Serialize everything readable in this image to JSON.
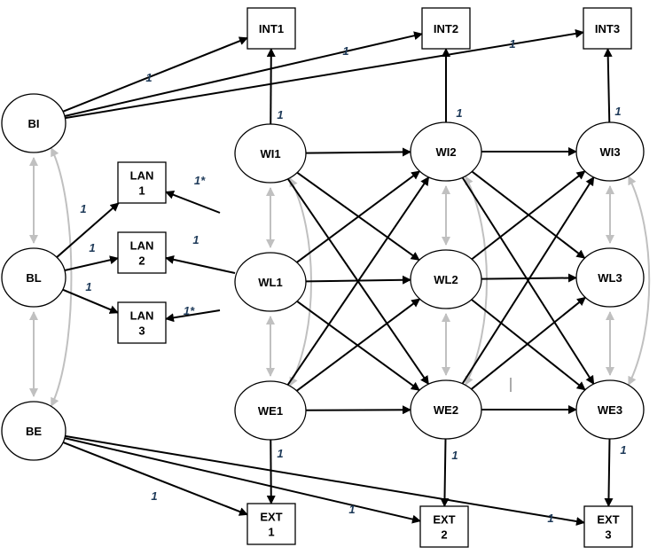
{
  "diagram": {
    "nodes": [
      {
        "id": "INT1",
        "shape": "rect",
        "lines": [
          "INT1"
        ]
      },
      {
        "id": "INT2",
        "shape": "rect",
        "lines": [
          "INT2"
        ]
      },
      {
        "id": "INT3",
        "shape": "rect",
        "lines": [
          "INT3"
        ]
      },
      {
        "id": "BI",
        "shape": "ellipse",
        "lines": [
          "BI"
        ]
      },
      {
        "id": "BL",
        "shape": "ellipse",
        "lines": [
          "BL"
        ]
      },
      {
        "id": "BE",
        "shape": "ellipse",
        "lines": [
          "BE"
        ]
      },
      {
        "id": "LAN1",
        "shape": "rect",
        "lines": [
          "LAN",
          "1"
        ]
      },
      {
        "id": "LAN2",
        "shape": "rect",
        "lines": [
          "LAN",
          "2"
        ]
      },
      {
        "id": "LAN3",
        "shape": "rect",
        "lines": [
          "LAN",
          "3"
        ]
      },
      {
        "id": "WI1",
        "shape": "ellipse",
        "lines": [
          "WI1"
        ]
      },
      {
        "id": "WL1",
        "shape": "ellipse",
        "lines": [
          "WL1"
        ]
      },
      {
        "id": "WE1",
        "shape": "ellipse",
        "lines": [
          "WE1"
        ]
      },
      {
        "id": "WI2",
        "shape": "ellipse",
        "lines": [
          "WI2"
        ]
      },
      {
        "id": "WL2",
        "shape": "ellipse",
        "lines": [
          "WL2"
        ]
      },
      {
        "id": "WE2",
        "shape": "ellipse",
        "lines": [
          "WE2"
        ]
      },
      {
        "id": "WI3",
        "shape": "ellipse",
        "lines": [
          "WI3"
        ]
      },
      {
        "id": "WL3",
        "shape": "ellipse",
        "lines": [
          "WL3"
        ]
      },
      {
        "id": "WE3",
        "shape": "ellipse",
        "lines": [
          "WE3"
        ]
      },
      {
        "id": "EXT1",
        "shape": "rect",
        "lines": [
          "EXT",
          "1"
        ]
      },
      {
        "id": "EXT2",
        "shape": "rect",
        "lines": [
          "EXT",
          "2"
        ]
      },
      {
        "id": "EXT3",
        "shape": "rect",
        "lines": [
          "EXT",
          "3"
        ]
      }
    ],
    "loadings": [
      {
        "from": "BI",
        "to": "INT1",
        "label": "1"
      },
      {
        "from": "BI",
        "to": "INT2",
        "label": "1"
      },
      {
        "from": "BI",
        "to": "INT3",
        "label": "1"
      },
      {
        "from": "WI1",
        "to": "INT1",
        "label": "1"
      },
      {
        "from": "WI2",
        "to": "INT2",
        "label": "1"
      },
      {
        "from": "WI3",
        "to": "INT3",
        "label": "1"
      },
      {
        "from": "BL",
        "to": "LAN1",
        "label": "1"
      },
      {
        "from": "BL",
        "to": "LAN2",
        "label": "1"
      },
      {
        "from": "BL",
        "to": "LAN3",
        "label": "1"
      },
      {
        "from": "WI1",
        "to": "LAN1",
        "label": "1*"
      },
      {
        "from": "WL1",
        "to": "LAN2",
        "label": "1"
      },
      {
        "from": "WE1",
        "to": "LAN3",
        "label": "1*"
      },
      {
        "from": "WE1",
        "to": "EXT1",
        "label": "1"
      },
      {
        "from": "WE2",
        "to": "EXT2",
        "label": "1"
      },
      {
        "from": "WE3",
        "to": "EXT3",
        "label": "1"
      },
      {
        "from": "BE",
        "to": "EXT1",
        "label": "1"
      },
      {
        "from": "BE",
        "to": "EXT2",
        "label": "1"
      },
      {
        "from": "BE",
        "to": "EXT3",
        "label": "1"
      }
    ],
    "cross_lagged_paths": [
      {
        "from": "WI1",
        "to": "WI2"
      },
      {
        "from": "WI1",
        "to": "WL2"
      },
      {
        "from": "WI1",
        "to": "WE2"
      },
      {
        "from": "WL1",
        "to": "WI2"
      },
      {
        "from": "WL1",
        "to": "WL2"
      },
      {
        "from": "WL1",
        "to": "WE2"
      },
      {
        "from": "WE1",
        "to": "WI2"
      },
      {
        "from": "WE1",
        "to": "WL2"
      },
      {
        "from": "WE1",
        "to": "WE2"
      },
      {
        "from": "WI2",
        "to": "WI3"
      },
      {
        "from": "WI2",
        "to": "WL3"
      },
      {
        "from": "WI2",
        "to": "WE3"
      },
      {
        "from": "WL2",
        "to": "WI3"
      },
      {
        "from": "WL2",
        "to": "WL3"
      },
      {
        "from": "WL2",
        "to": "WE3"
      },
      {
        "from": "WE2",
        "to": "WI3"
      },
      {
        "from": "WE2",
        "to": "WL3"
      },
      {
        "from": "WE2",
        "to": "WE3"
      }
    ],
    "covariances": [
      {
        "a": "BI",
        "b": "BL"
      },
      {
        "a": "BL",
        "b": "BE"
      },
      {
        "a": "BI",
        "b": "BE"
      },
      {
        "a": "WI1",
        "b": "WL1"
      },
      {
        "a": "WL1",
        "b": "WE1"
      },
      {
        "a": "WI1",
        "b": "WE1"
      },
      {
        "a": "WI2",
        "b": "WL2"
      },
      {
        "a": "WL2",
        "b": "WE2"
      },
      {
        "a": "WI2",
        "b": "WE2"
      },
      {
        "a": "WI3",
        "b": "WL3"
      },
      {
        "a": "WL3",
        "b": "WE3"
      },
      {
        "a": "WI3",
        "b": "WE3"
      }
    ]
  }
}
